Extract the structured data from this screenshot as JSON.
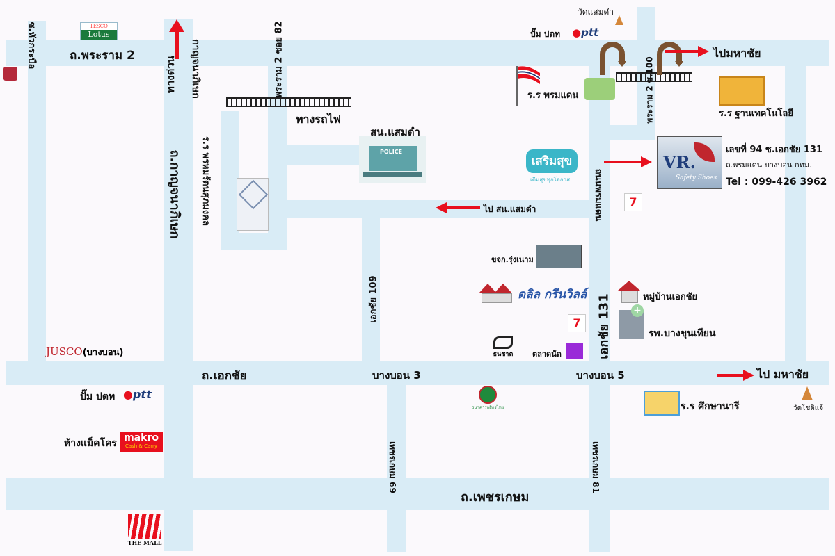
{
  "roads": {
    "rama2": "ถ.พระราม 2",
    "soi_huakrabue": "ซ.หัวกระบือ",
    "shortcut": "ทางด่วน",
    "kanchanaphisek_top": "กาญจนาภิเษก",
    "kanchanaphisek": "ถ.กาญจนาภิเษก",
    "rama2_soi82": "พระราม 2 ซอย 82",
    "railway": "ทางรถไฟ",
    "rama2_soi100": "พระราม 2 ซ.100",
    "phrommadaen": "ถนนพรมแดน",
    "ekkachai_109": "เอกชัย 109",
    "ekkachai_131": "เอกชัย 131",
    "ekkachai": "ถ.เอกชัย",
    "bangbon3": "บางบอน 3",
    "bangbon5": "บางบอน 5",
    "phetkasem": "ถ.เพชรเกษม",
    "phetkasem_69": "เพชรเกษม 69",
    "phetkasem_81": "เพชรเกษม 81"
  },
  "directions": {
    "to_mahachai_top": "ไปมหาชัย",
    "to_police": "ไป สน.แสมดำ",
    "to_mahachai_bottom": "ไป มหาชัย"
  },
  "places": {
    "wat_samaedam": "วัดแสมดำ",
    "ptt_top": "ปั๊ม ปตท",
    "ptt_logo": "ptt",
    "lotus": "Lotus",
    "tesco": "TESCO",
    "school_phrommadaen": "ร.ร พรมแดน",
    "school_thanathech": "ร.ร ฐานเทคโนโลยี",
    "police_station": "สน.แสมดำ",
    "police_sign": "POLICE",
    "sermsuk": "เสริมสุข",
    "sermsuk_sub": "เติมสุขทุกโอกาส",
    "seven_eleven": "7",
    "school_left": "ร.ร พรหมรัตนศุภมงคล",
    "bus_depot": "ขจก.รุ่งเนาม",
    "village_green": "ดลิล กรีนวิลล์",
    "village_ekkachai": "หมู่บ้านเอกชัย",
    "hospital": "รพ.บางขุนเทียน",
    "thanachart": "ธนชาต",
    "market": "ตลาดนัด",
    "jusco": "JUSCO",
    "jusco_sub": "(บางบอน)",
    "ptt_bottom": "ปั๊ม ปตท",
    "makro_label": "ห้างแม็คโคร",
    "makro": "makro",
    "makro_sub": "Cash & Carry",
    "kbank": "ธนาคารกสิกรไทย",
    "school_suksanari": "ร.ร ศึกษานารี",
    "wat_chaichana": "วัดโชติแจ้",
    "the_mall": "THE MALL"
  },
  "company": {
    "logo": "VR.",
    "logo_sub": "Safety Shoes",
    "address1": "เลขที่ 94 ซ.เอกชัย 131",
    "address2": "ถ.พรมแดน บางบอน กทม.",
    "tel": "Tel : 099-426 3962"
  },
  "colors": {
    "road": "#d9ecf6",
    "arrow": "#e8101e",
    "brand_blue": "#1f3d7a"
  }
}
